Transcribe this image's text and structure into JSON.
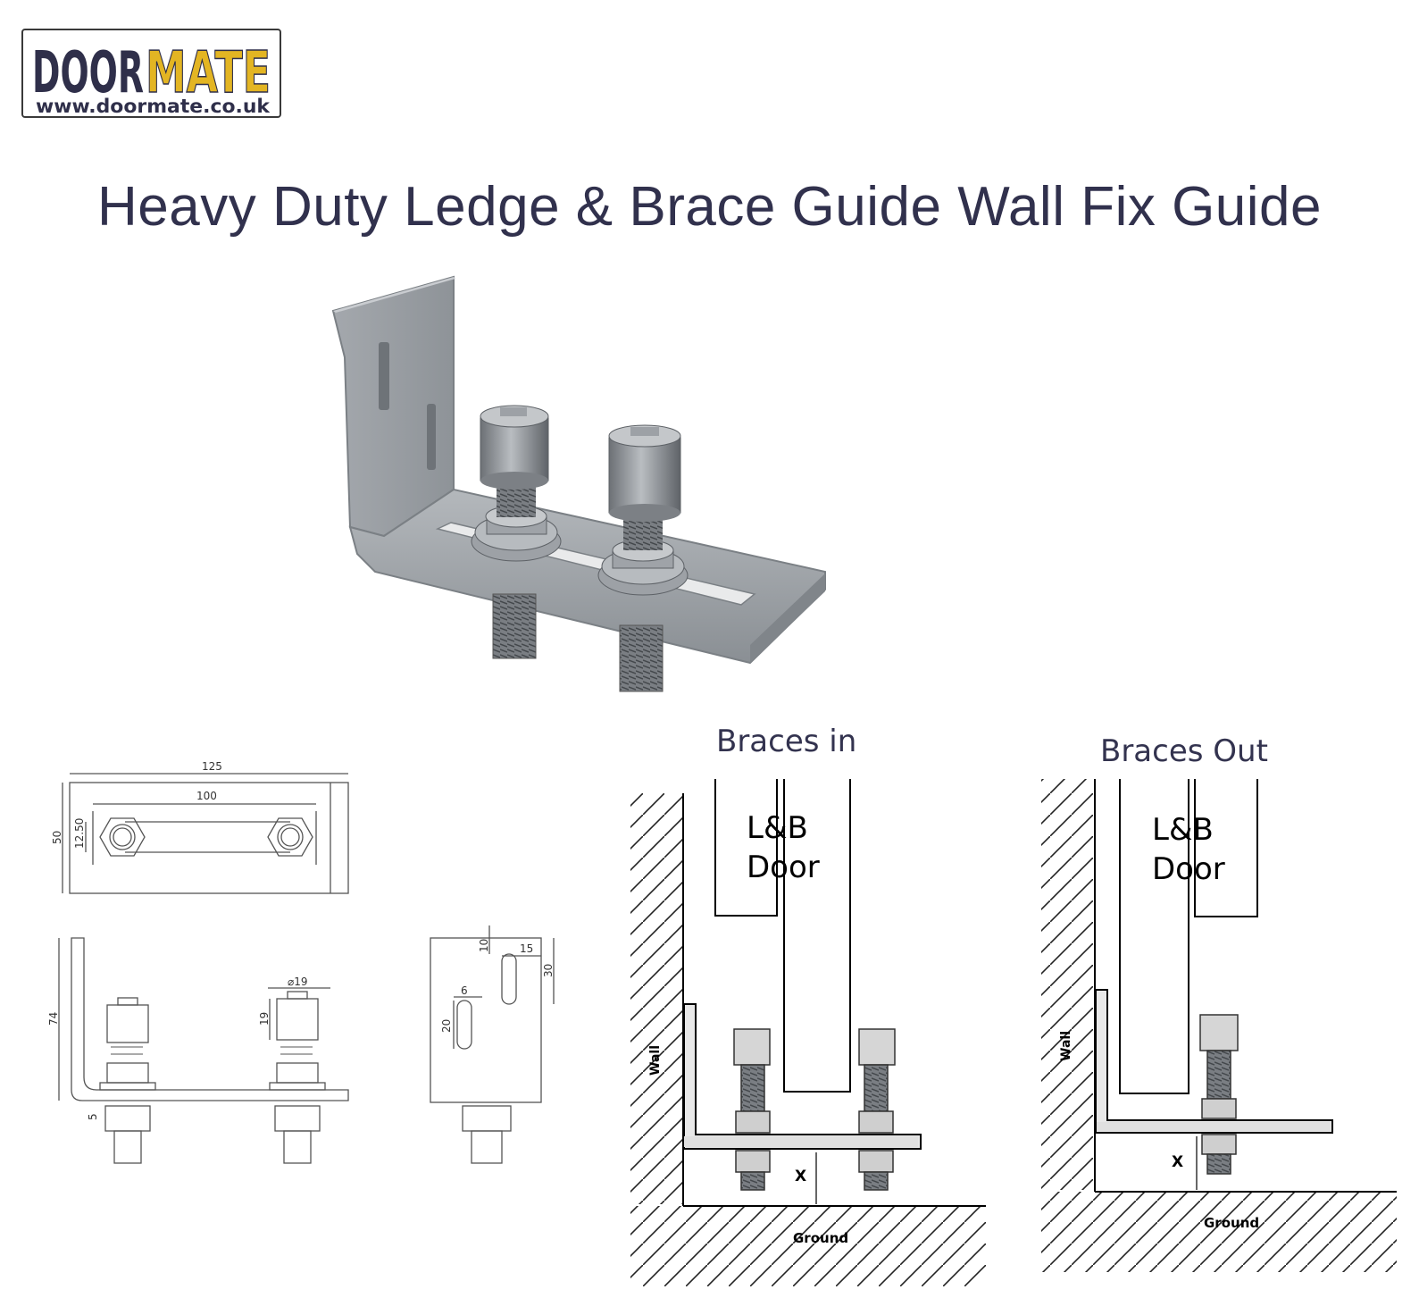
{
  "brand": {
    "name_part1": "DOOR",
    "name_part2": "MATE",
    "url": "www.doormate.co.uk",
    "colors": {
      "dark": "#2f2f4a",
      "accent": "#e3b523"
    }
  },
  "page_title": "Heavy Duty Ledge & Brace Guide Wall Fix Guide",
  "drawings": {
    "top_view": {
      "overall_length": "125",
      "bolt_spacing": "100",
      "width": "50",
      "slot_width": "12.50"
    },
    "side_view": {
      "height": "74",
      "plate_thickness": "5",
      "roller_diameter": "⌀19",
      "roller_height": "19"
    },
    "end_view": {
      "slot_top_offset": "10",
      "slot_offset_a": "15",
      "slot_length_a": "30",
      "slot_width_b": "6",
      "slot_length_b": "20"
    }
  },
  "braces_in": {
    "heading": "Braces in",
    "door_label_line1": "L&B",
    "door_label_line2": "Door",
    "wall_label": "Wall",
    "ground_label": "Ground",
    "gap_label": "X"
  },
  "braces_out": {
    "heading": "Braces Out",
    "door_label_line1": "L&B",
    "door_label_line2": "Door",
    "wall_label": "Wall",
    "ground_label": "Ground",
    "gap_label": "X"
  }
}
